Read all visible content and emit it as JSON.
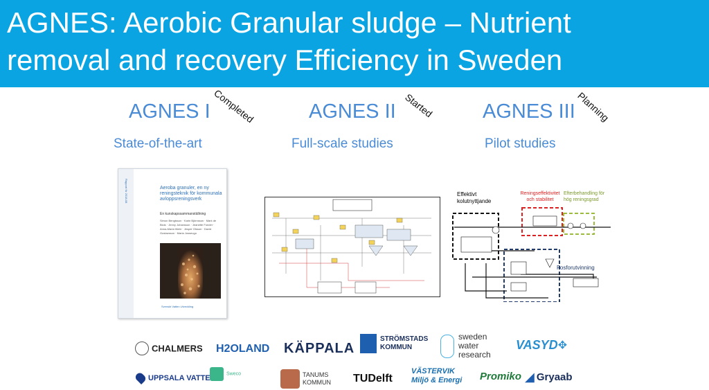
{
  "banner": {
    "line1": "AGNES: Aerobic Granular sludge – Nutrient",
    "line2": "removal and recovery Efficiency in Sweden"
  },
  "phases": [
    {
      "title": "AGNES I",
      "subtitle": "State-of-the-art",
      "status": "Completed"
    },
    {
      "title": "AGNES II",
      "subtitle": "Full-scale studies",
      "status": "Started"
    },
    {
      "title": "AGNES III",
      "subtitle": "Pilot studies",
      "status": "Planning"
    }
  ],
  "report": {
    "title": "Aeroba granuler, en ny reningsteknik för kommunala avloppsreningsverk",
    "subtitle": "En kunskapssammanställning",
    "authors": "Simon Bengtsson · Karin Björnsson · Mark de Blois · Jenny Johansson · Jeanette Fonder · Anna-Maria Wahr · Jesper Olsson · David Gustavsson · Maria Josseugo",
    "publisher": "Svenskt Vatten Utveckling",
    "spine": "Rapport Nr 2018-08"
  },
  "process_diagram": {
    "label_effektivt": "Effektivt kolutnyttjande",
    "label_rening": "Reningseffektivitet och stabilitet",
    "label_efter": "Efterbehandling för hög reningsgrad",
    "label_fosfor": "Fosforutvinning"
  },
  "partners": [
    {
      "name": "CHALMERS"
    },
    {
      "name": "H2OLAND"
    },
    {
      "name": "KÄPPALA"
    },
    {
      "name": "STRÖMSTADS KOMMUN"
    },
    {
      "name": "sweden water research"
    },
    {
      "name": "VASYD"
    },
    {
      "name": "UPPSALA VATTEN"
    },
    {
      "name": "Sweco"
    },
    {
      "name": "TANUMS KOMMUN"
    },
    {
      "name": "TUDelft"
    },
    {
      "name": "VÄSTERVIK Miljö & Energi"
    },
    {
      "name": "Promiko"
    },
    {
      "name": "Gryaab"
    }
  ],
  "colors": {
    "banner": "#0aa4e2",
    "heading": "#4a8bd6",
    "red_dash": "#e02020",
    "green_dash": "#9bbb3b",
    "navy_dash": "#1f3a6b"
  }
}
